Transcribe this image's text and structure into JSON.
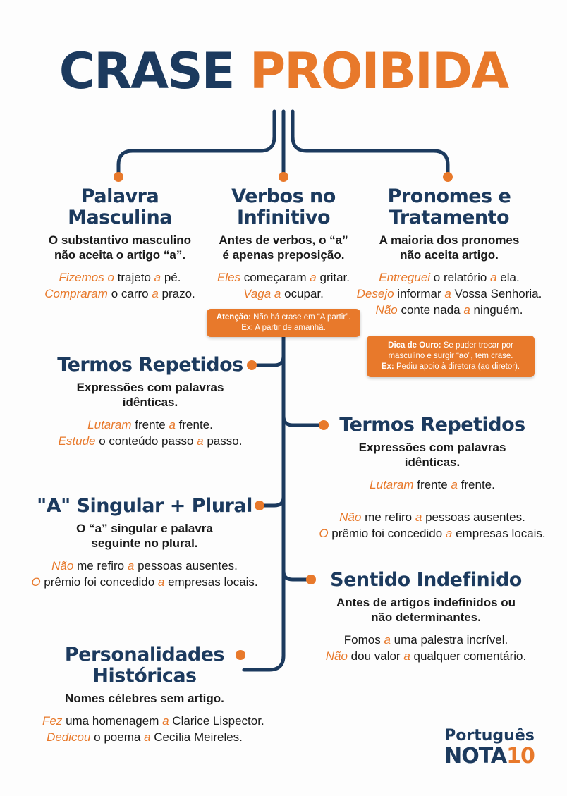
{
  "title": {
    "part1": "CRASE",
    "part2": "PROIBIDA"
  },
  "colors": {
    "navy": "#1c3a5e",
    "orange": "#e8792b"
  },
  "nodes": {
    "masc": {
      "title": [
        "Palavra",
        "Masculina"
      ],
      "desc": [
        "O substantivo masculino",
        "não aceita o artigo “a”."
      ],
      "examples": [
        [
          [
            "Fizemos",
            "o"
          ],
          [
            " o",
            "o"
          ],
          [
            " trajeto ",
            "n"
          ],
          [
            "a",
            "o"
          ],
          [
            " pé.",
            "n"
          ]
        ],
        [
          [
            "Compraram",
            "o"
          ],
          [
            " o carro ",
            "n"
          ],
          [
            "a",
            "o"
          ],
          [
            " prazo.",
            "n"
          ]
        ]
      ]
    },
    "verbos": {
      "title": [
        "Verbos no",
        "Infinitivo"
      ],
      "desc": [
        "Antes de verbos, o “a”",
        "é apenas preposição."
      ],
      "examples": [
        [
          [
            "Eles",
            "o"
          ],
          [
            " começaram ",
            "n"
          ],
          [
            "a",
            "o"
          ],
          [
            " gritar.",
            "n"
          ]
        ],
        [
          [
            "Vaga",
            "o"
          ],
          [
            " ",
            "n"
          ],
          [
            "a",
            "o"
          ],
          [
            " ocupar.",
            "n"
          ]
        ]
      ]
    },
    "pron": {
      "title": [
        "Pronomes e",
        "Tratamento"
      ],
      "desc": [
        "A maioria dos pronomes",
        "não aceita artigo."
      ],
      "examples": [
        [
          [
            "Entreguei",
            "o"
          ],
          [
            " o relatório ",
            "n"
          ],
          [
            "a",
            "o"
          ],
          [
            " ela.",
            "n"
          ]
        ],
        [
          [
            "Desejo",
            "o"
          ],
          [
            " informar ",
            "n"
          ],
          [
            "a",
            "o"
          ],
          [
            " Vossa Senhoria.",
            "n"
          ]
        ],
        [
          [
            "Não",
            "o"
          ],
          [
            " conte nada ",
            "n"
          ],
          [
            "a",
            "o"
          ],
          [
            " ninguém.",
            "n"
          ]
        ]
      ]
    },
    "rep1": {
      "title": [
        "Termos Repetidos"
      ],
      "desc": [
        "Expressões com palavras",
        "idênticas."
      ],
      "examples": [
        [
          [
            "Lutaram",
            "o"
          ],
          [
            " frente ",
            "n"
          ],
          [
            "a",
            "o"
          ],
          [
            " frente.",
            "n"
          ]
        ],
        [
          [
            "Estude",
            "o"
          ],
          [
            " o conteúdo passo ",
            "n"
          ],
          [
            "a",
            "o"
          ],
          [
            " passo.",
            "n"
          ]
        ]
      ]
    },
    "rep2": {
      "title": [
        "Termos Repetidos"
      ],
      "desc": [
        "Expressões com palavras",
        "idênticas."
      ],
      "examples": [
        [
          [
            "Lutaram",
            "o"
          ],
          [
            " frente ",
            "n"
          ],
          [
            "a",
            "o"
          ],
          [
            " frente.",
            "n"
          ]
        ],
        [
          [
            "",
            "n"
          ]
        ],
        [
          [
            "Não",
            "o"
          ],
          [
            " me refiro ",
            "n"
          ],
          [
            "a",
            "o"
          ],
          [
            " pessoas ausentes.",
            "n"
          ]
        ],
        [
          [
            "O",
            "o"
          ],
          [
            " prêmio foi concedido ",
            "n"
          ],
          [
            "a",
            "o"
          ],
          [
            " empresas locais.",
            "n"
          ]
        ]
      ]
    },
    "sing": {
      "title": [
        "\"A\" Singular + Plural"
      ],
      "desc": [
        "O “a” singular e palavra",
        "seguinte no plural."
      ],
      "examples": [
        [
          [
            "Não",
            "o"
          ],
          [
            " me refiro ",
            "n"
          ],
          [
            "a",
            "o"
          ],
          [
            " pessoas ausentes.",
            "n"
          ]
        ],
        [
          [
            "O",
            "o"
          ],
          [
            " prêmio foi concedido ",
            "n"
          ],
          [
            "a",
            "o"
          ],
          [
            " empresas locais.",
            "n"
          ]
        ]
      ]
    },
    "indef": {
      "title": [
        "Sentido Indefinido"
      ],
      "desc": [
        "Antes de artigos indefinidos ou",
        "não determinantes."
      ],
      "examples": [
        [
          [
            "Fomos ",
            "n"
          ],
          [
            "a",
            "o"
          ],
          [
            " uma palestra incrível.",
            "n"
          ]
        ],
        [
          [
            "Não",
            "o"
          ],
          [
            " dou valor ",
            "n"
          ],
          [
            "a",
            "o"
          ],
          [
            " qualquer comentário.",
            "n"
          ]
        ]
      ]
    },
    "pers": {
      "title": [
        "Personalidades",
        "Históricas"
      ],
      "desc": [
        "Nomes célebres sem artigo."
      ],
      "examples": [
        [
          [
            "Fez",
            "o"
          ],
          [
            " uma homenagem ",
            "n"
          ],
          [
            "a",
            "o"
          ],
          [
            " Clarice Lispector.",
            "n"
          ]
        ],
        [
          [
            "Dedicou",
            "o"
          ],
          [
            " o poema ",
            "n"
          ],
          [
            "a",
            "o"
          ],
          [
            " Cecília Meireles.",
            "n"
          ]
        ]
      ]
    }
  },
  "notes": {
    "atencao": {
      "label": "Atenção:",
      "line1": " Não há crase em “A partir”.",
      "line2": "Ex: A partir de amanhã."
    },
    "dica": {
      "label": "Dica de Ouro:",
      "line1": " Se puder trocar por",
      "line2": "masculino e surgir “ao”, tem crase.",
      "label2": "Ex:",
      "line3": " Pediu apoio à diretora (ao diretor)."
    }
  },
  "brand": {
    "line1": "Português",
    "line2": "NOTA",
    "line2b": "10"
  }
}
